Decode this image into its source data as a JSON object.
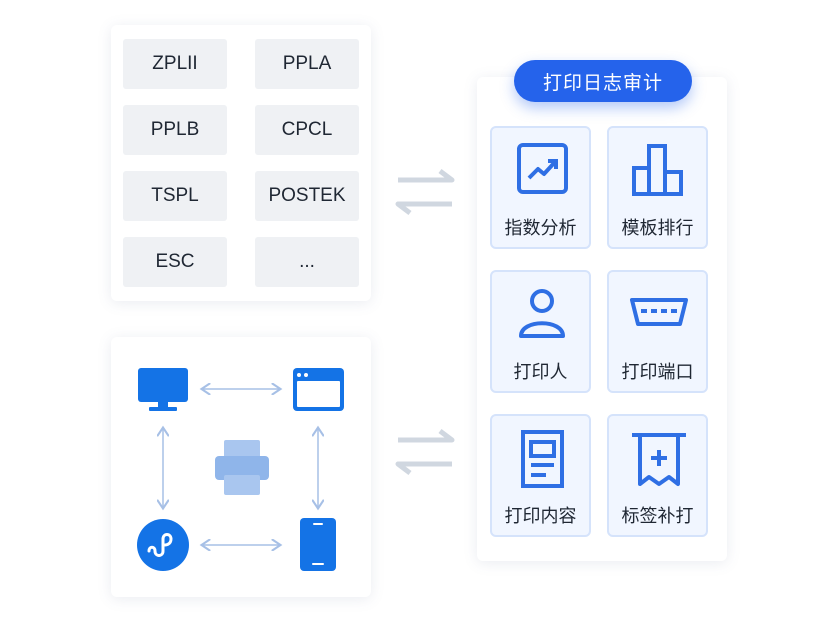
{
  "protocols": [
    "ZPLII",
    "PPLA",
    "PPLB",
    "CPCL",
    "TSPL",
    "POSTEK",
    "ESC",
    "..."
  ],
  "audit": {
    "title": "打印日志审计",
    "items": [
      {
        "label": "指数分析",
        "icon": "trend-chart-icon"
      },
      {
        "label": "模板排行",
        "icon": "bar-ranking-icon"
      },
      {
        "label": "打印人",
        "icon": "person-icon"
      },
      {
        "label": "打印端口",
        "icon": "serial-port-icon"
      },
      {
        "label": "打印内容",
        "icon": "document-icon"
      },
      {
        "label": "标签补打",
        "icon": "label-reprint-icon"
      }
    ]
  },
  "devices": [
    "desktop-monitor-icon",
    "browser-window-icon",
    "mini-program-icon",
    "mobile-phone-icon",
    "printer-icon"
  ],
  "colors": {
    "accent": "#2563eb",
    "tile_bg": "#f1f6ff",
    "chip_bg": "#eff1f4",
    "connector": "#a7c0e6"
  }
}
